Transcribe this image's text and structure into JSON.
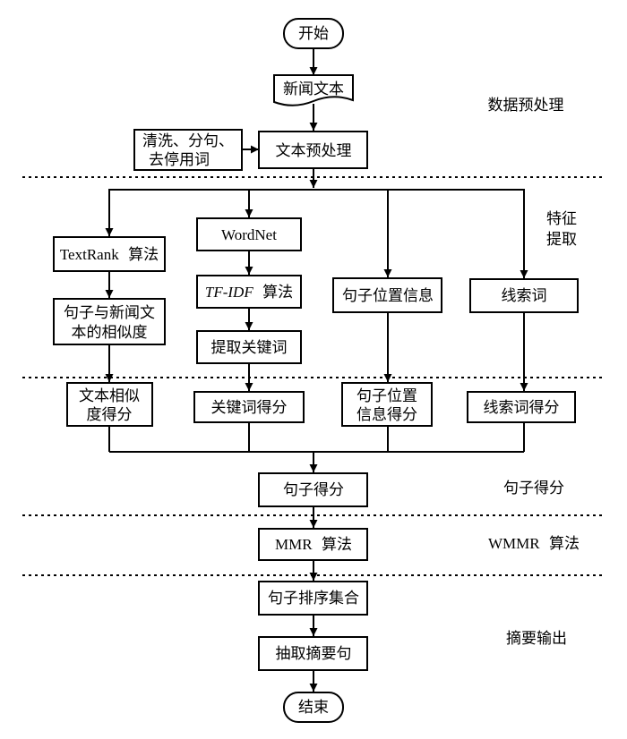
{
  "nodes": {
    "start": "开始",
    "news_text": "新闻文本",
    "cleaning_line1": "清洗、分句、",
    "cleaning_line2": "去停用词",
    "text_preprocess": "文本预处理",
    "textrank_prefix": "TextRank",
    "textrank_suffix": "算法",
    "wordnet": "WordNet",
    "tfidf_prefix": "TF-IDF",
    "tfidf_suffix": "算法",
    "sentence_position_info": "句子位置信息",
    "cue_words": "线索词",
    "similarity_line1": "句子与新闻文",
    "similarity_line2": "本的相似度",
    "extract_keywords": "提取关键词",
    "text_similarity_score_line1": "文本相似",
    "text_similarity_score_line2": "度得分",
    "keyword_score": "关键词得分",
    "position_score_line1": "句子位置",
    "position_score_line2": "信息得分",
    "cue_word_score": "线索词得分",
    "sentence_score": "句子得分",
    "mmr_prefix": "MMR",
    "mmr_suffix": "算法",
    "sentence_sort_set": "句子排序集合",
    "extract_summary": "抽取摘要句",
    "end": "结束"
  },
  "stages": {
    "preprocessing": "数据预处理",
    "feature_extraction_line1": "特征",
    "feature_extraction_line2": "提取",
    "sentence_scoring": "句子得分",
    "wmmr_prefix": "WMMR",
    "wmmr_suffix": "算法",
    "summary_output": "摘要输出"
  }
}
